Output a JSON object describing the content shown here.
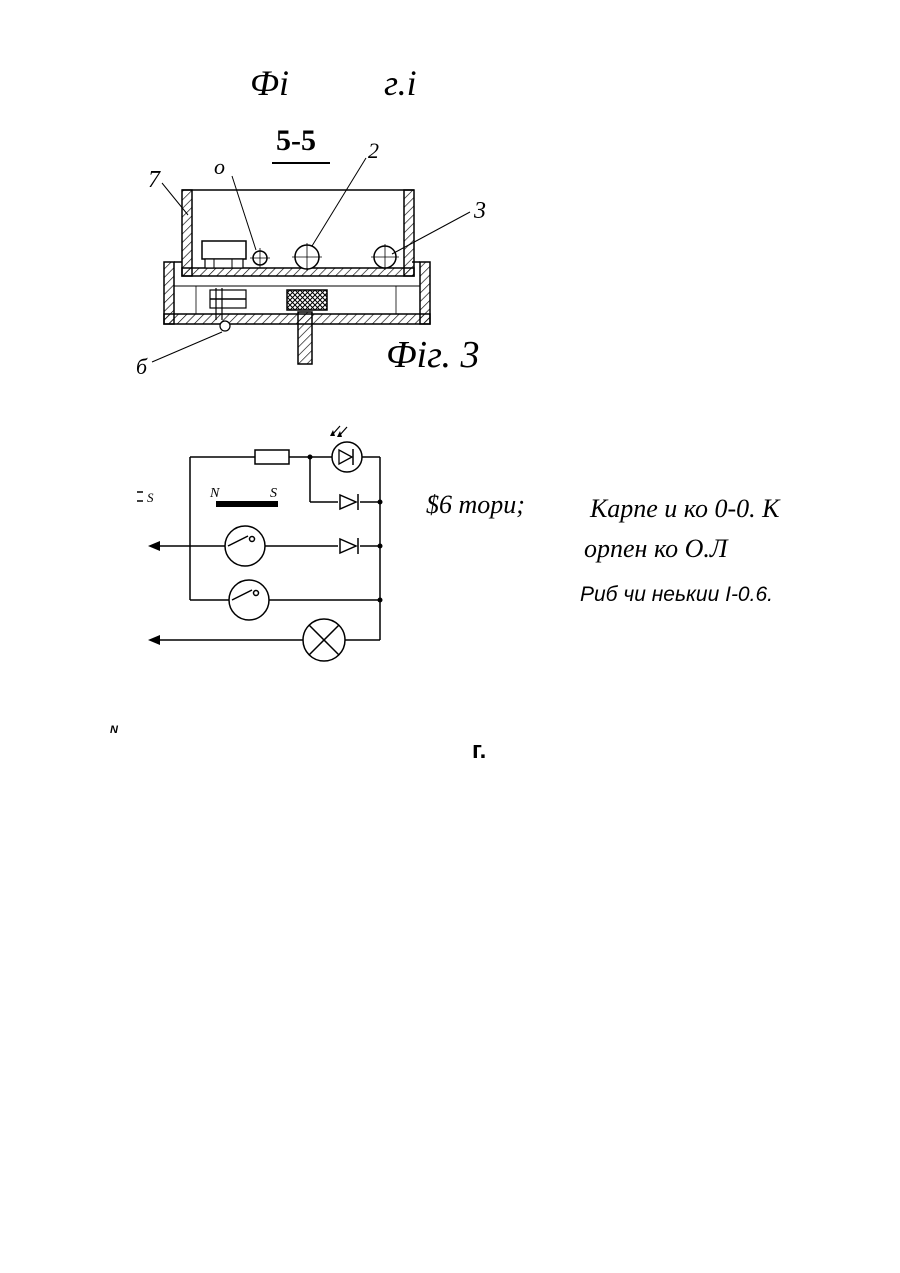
{
  "header": {
    "title_left": "Фі",
    "title_right": "г.і",
    "section_label": "5-5"
  },
  "fig3": {
    "caption": "Фіг. 3",
    "callouts": [
      "7",
      "о",
      "2",
      "3",
      "б"
    ]
  },
  "schematic": {
    "magnet_labels": [
      "N",
      "S"
    ],
    "side_label": "S"
  },
  "legend": {
    "batteries": "$6 тори;",
    "line1": "Карпе и ко 0-0. К",
    "line2": "орпен ко О.Л",
    "line3": "Риб чи неькии І-0.6."
  },
  "footer": {
    "note_n": "N",
    "note_g": "г."
  }
}
